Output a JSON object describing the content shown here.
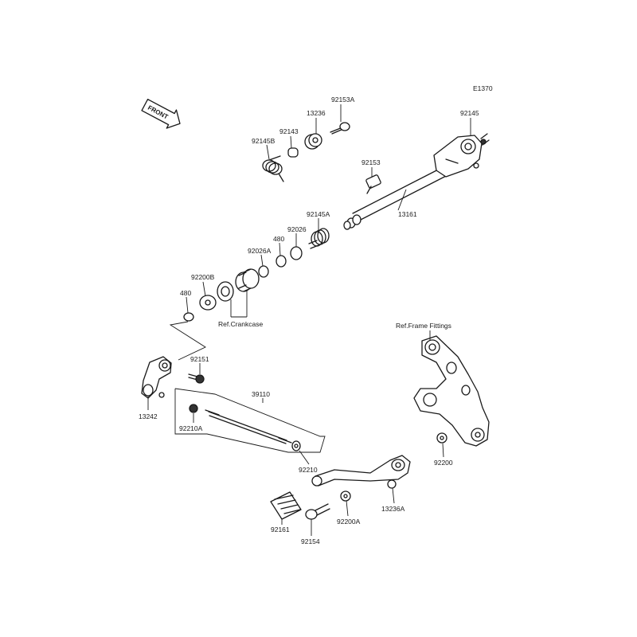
{
  "diagram": {
    "code": "E1370",
    "front_arrow": "FRONT",
    "parts": [
      {
        "id": "92153A"
      },
      {
        "id": "13236"
      },
      {
        "id": "92143"
      },
      {
        "id": "92145B"
      },
      {
        "id": "92145"
      },
      {
        "id": "92153"
      },
      {
        "id": "13161"
      },
      {
        "id": "92145A"
      },
      {
        "id": "92026"
      },
      {
        "id": "480"
      },
      {
        "id": "92026A"
      },
      {
        "id": "92200B"
      },
      {
        "id": "480"
      },
      {
        "id": "92151"
      },
      {
        "id": "39110"
      },
      {
        "id": "13242"
      },
      {
        "id": "92210A"
      },
      {
        "id": "92210"
      },
      {
        "id": "92200"
      },
      {
        "id": "92161"
      },
      {
        "id": "92154"
      },
      {
        "id": "92200A"
      },
      {
        "id": "13236A"
      }
    ],
    "refs": {
      "crankcase": "Ref.Crankcase",
      "frame_fittings": "Ref.Frame Fittings"
    }
  }
}
